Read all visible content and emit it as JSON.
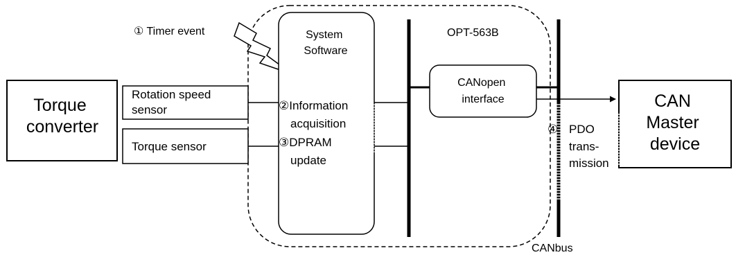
{
  "torque_converter": [
    "Torque",
    "converter"
  ],
  "rotation_sensor": [
    "Rotation speed",
    "sensor"
  ],
  "torque_sensor": "Torque sensor",
  "system_software": [
    "System",
    "Software"
  ],
  "timer_event": "① Timer event",
  "step2": [
    "②Information",
    "acquisition"
  ],
  "step3": [
    "③DPRAM",
    "update"
  ],
  "device_name": "OPT-563B",
  "canopen": [
    "CANopen",
    "interface"
  ],
  "can_master": [
    "CAN",
    "Master",
    "device"
  ],
  "step4": [
    "④",
    "PDO",
    "trans-",
    "mission"
  ],
  "canbus": "CANbus"
}
